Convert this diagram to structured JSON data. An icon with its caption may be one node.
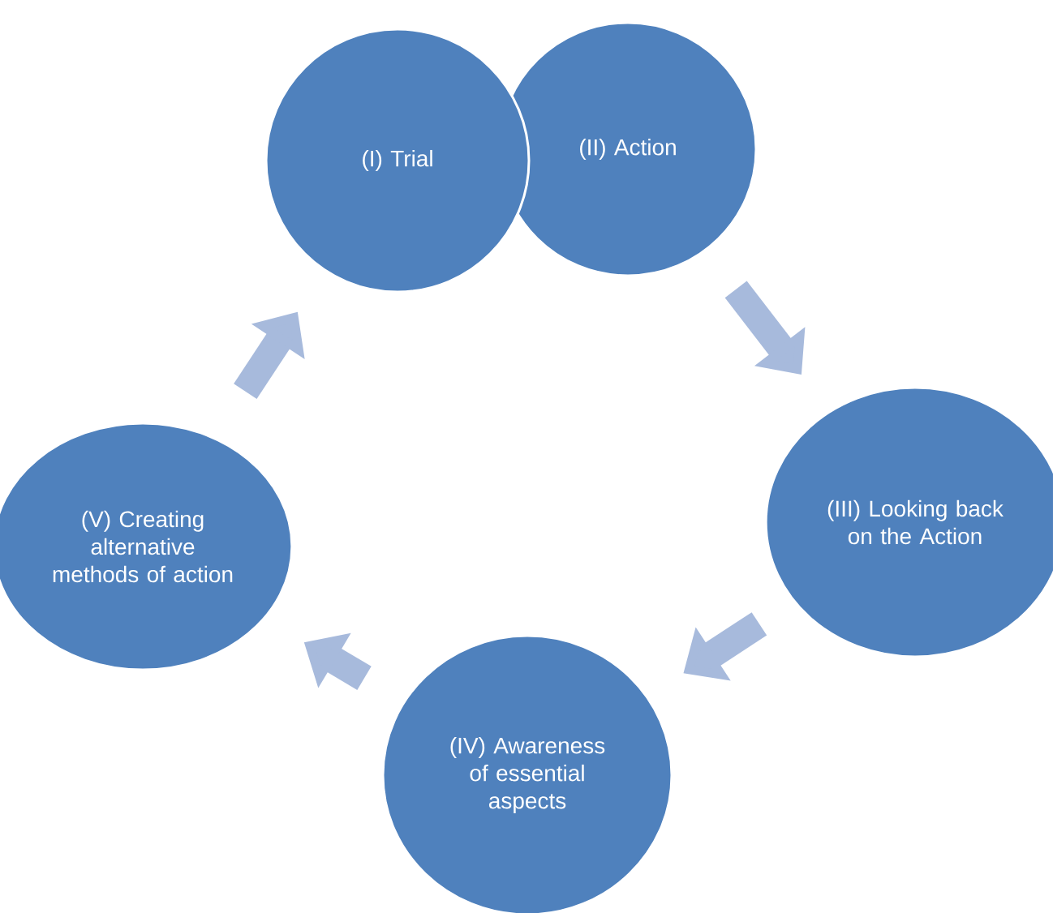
{
  "diagram": {
    "nodes": [
      {
        "text": [
          "(I) Trial"
        ]
      },
      {
        "text": [
          "(II) Action"
        ]
      },
      {
        "text": [
          "(III) Looking back on the Action"
        ]
      },
      {
        "text": [
          "(IV) Awareness of essential aspects"
        ]
      },
      {
        "text": [
          "(V) Creating alternative methods of action"
        ]
      }
    ],
    "edges": [
      {
        "from": 4,
        "to": 0,
        "arrow": "to"
      },
      {
        "from": 1,
        "to": 2,
        "arrow": "to"
      },
      {
        "from": 2,
        "to": 3,
        "arrow": "to"
      },
      {
        "from": 3,
        "to": 4,
        "arrow": "to"
      }
    ]
  }
}
